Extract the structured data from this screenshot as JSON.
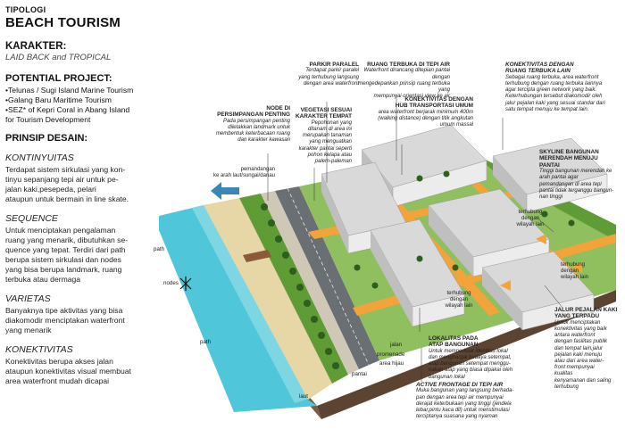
{
  "header": {
    "tag": "TIPOLOGI",
    "title": "BEACH TOURISM"
  },
  "karakter": {
    "heading": "KARAKTER:",
    "value": "LAID BACK and TROPICAL"
  },
  "potential": {
    "heading": "POTENTIAL PROJECT:",
    "items": [
      "•Telunas / Sugi Island Marine Tourism",
      "•Galang Baru Maritime Tourism",
      "•SEZ* of Kepri Coral in Abang Island",
      "for Tourism Development"
    ]
  },
  "prinsip": {
    "heading": "PRINSIP DESAIN:",
    "sections": [
      {
        "title": "KONTINYUITAS",
        "lines": [
          "Terdapat sistem sirkulasi yang kon-",
          "tinyu sepanjang tepi air untuk pe-",
          "jalan kaki,pesepeda, pelari",
          "ataupun untuk bermain in line skate."
        ]
      },
      {
        "title": "SEQUENCE",
        "lines": [
          "Untuk menciptakan pengalaman",
          "ruang yang menarik, dibutuhkan se-",
          "quence yang tepat. Terdiri dari path",
          "berupa sistem sirkulasi dan nodes",
          "yang bisa berupa landmark, ruang",
          "terbuka atau dermaga"
        ]
      },
      {
        "title": "VARIETAS",
        "lines": [
          "Banyaknya tipe aktivitas yang bisa",
          "diakomodir menciptakan waterfront",
          "yang menarik"
        ]
      },
      {
        "title": "KONEKTIVITAS",
        "lines": [
          "Konektivitas berupa akses jalan",
          "ataupun konektivitas visual membuat",
          "area waterfront mudah dicapai"
        ]
      }
    ]
  },
  "annotations": {
    "node": {
      "title": [
        "NODE DI",
        "PERSIMPANGAN  PENTING"
      ],
      "body": [
        "Pada persimpangan penting",
        "diletakkan landmark untuk",
        "membentuk keterbacaan ruang",
        "dan karakter kawasan"
      ]
    },
    "parkir": {
      "title": [
        "PARKIR PARALEL"
      ],
      "body": [
        "Terdapat parkir paralel",
        "yang terhubung langsung",
        "dengan area waterfront"
      ]
    },
    "ruang_tepi": {
      "title": [
        "RUANG TERBUKA DI TEPI AIR"
      ],
      "body": [
        "Waterfront dirancang ditepian pantai dengan",
        "mengedepankan prinsip ruang terbuka yang",
        "mempunyai orientasi view ke air"
      ]
    },
    "konek_ruang": {
      "title": [
        "KONEKTIVITAS DENGAN",
        "RUANG TERBUKA LAIN"
      ],
      "body": [
        "Sebagai ruang terbuka, area waterfront",
        "terhubung dengan ruang terbuka lainnya",
        "agar tercipta green network yang baik.",
        "Keterhubungan tersebut diakomodir oleh",
        "jalur pejalan kaki yang sesuai standar dari",
        "satu tempat menuju ke tempat lain."
      ]
    },
    "vegetasi": {
      "title": [
        "VEGETASI SESUAI",
        "KARAKTER TEMPAT"
      ],
      "body": [
        "Pepohonan yang",
        "ditanam di area ini",
        "merupakan tanaman",
        "yang menguatkan",
        "karakter pantai seperti",
        "pohon kelapa atau",
        "palem-paleman"
      ]
    },
    "hub": {
      "title": [
        "KONEKTIVITAS DENGAN",
        "HUB TRANSPORTASI UMUM"
      ],
      "body": [
        "area waterfront berjarak minimum 400m",
        "(walking distance) dengan titik angkutan",
        "umum massal"
      ]
    },
    "skyline": {
      "title": [
        "SKYLINE BANGUNAN",
        "MERENDAH MENUJU",
        "PANTAI"
      ],
      "body": [
        "Tinggi bangunan merendah ke",
        "arah pantai agar",
        "pemandangan di area tepi",
        "pantai tidak terganggu bangun-",
        "nan tinggi"
      ]
    },
    "jalur": {
      "title": [
        "JALUR PEJALAN KAKI",
        "YANG TERPADU"
      ],
      "body": [
        "Untuk menciptakan",
        "konektivitas yang baik",
        "antara waterfront",
        "dengan fasilitas publik",
        "dan tempat lain,jalur",
        "pejalan kaki menuju",
        "atau dari area water-",
        "front mempunyai",
        "kualitas",
        "kenyamanan dan saling",
        "terhubung"
      ]
    },
    "lokalitas": {
      "title": [
        "LOKALITAS PADA",
        "ATAP BANGUNAN"
      ],
      "body": [
        "Untuk memperkuat identitas lokal",
        "dan menghargai budaya setempat,",
        "atap bangunan setempat menggu-",
        "nakan atap yang biasa dipakai oleh",
        "bangunan lokal"
      ]
    },
    "active": {
      "title": [
        "ACTIVE FRONTAGE DI TEPI AIR"
      ],
      "body": [
        "Muka bangunan yang langsung berhada-",
        "pan dengan area tepi air mempunyai",
        "derajat keterbukaan yang tinggi (jendela",
        "lebar,pintu kaca dll) untuk menstimulasi",
        "terciptanya suasana yang nyaman"
      ]
    }
  },
  "labels": {
    "pemandangan": [
      "pemandangan",
      "ke arah laut/sungai/danau"
    ],
    "path_top": "path",
    "nodes": "nodes",
    "path_bottom": "path",
    "terhubung_1": [
      "terhubung",
      "dengan",
      "wilayah lain"
    ],
    "terhubung_2": [
      "terhubung",
      "dengan",
      "wilayah lain"
    ],
    "terhubung_3": [
      "terhubung",
      "dengan",
      "wilayah lain"
    ],
    "jalan": "jalan",
    "promenade": "promenade",
    "area_hijau": "area hijau",
    "pantai": "pantai",
    "laut": "laut"
  },
  "colors": {
    "water": "#4fc6d9",
    "water_deep": "#2fa9c2",
    "sand": "#e7d6a6",
    "grass": "#5f9c35",
    "grass_dark": "#3e7a22",
    "road": "#6a6f73",
    "path_orange": "#f2a33a",
    "building": "#d9d9d9",
    "building_roof": "#bfbfbf",
    "arrow": "#3a86b7",
    "soil": "#8a5a3a"
  }
}
